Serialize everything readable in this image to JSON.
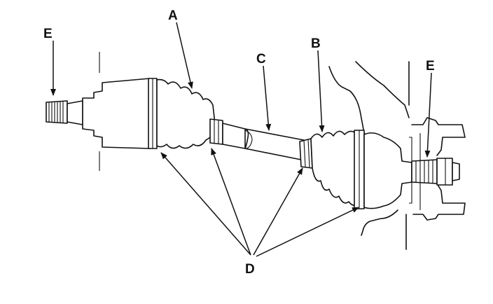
{
  "labels": {
    "A": "A",
    "B": "B",
    "C": "C",
    "D": "D",
    "E_left": "E",
    "E_right": "E"
  },
  "colors": {
    "ink": "#111111",
    "paper": "#ffffff"
  }
}
